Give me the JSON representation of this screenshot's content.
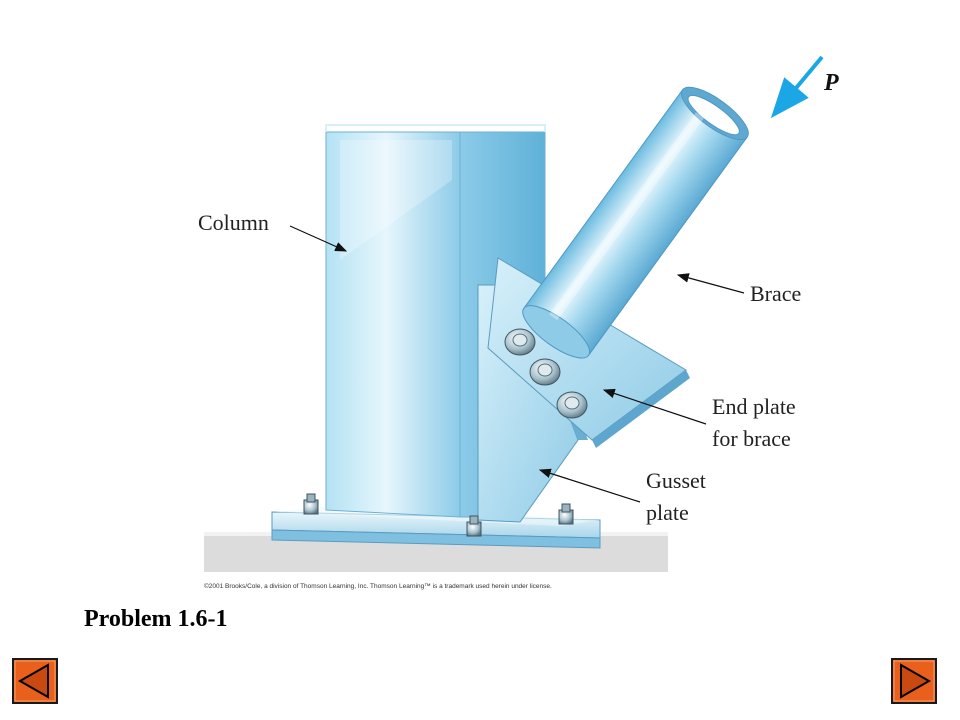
{
  "figure": {
    "force_label": "P",
    "labels": {
      "column": "Column",
      "brace": "Brace",
      "end_plate_line1": "End plate",
      "end_plate_line2": "for brace",
      "gusset_line1": "Gusset",
      "gusset_line2": "plate"
    },
    "copyright": "©2001 Brooks/Cole, a division of Thomson Learning, Inc.  Thomson Learning™ is a trademark used herein under license."
  },
  "problem_title": "Problem 1.6-1",
  "navigation": {
    "prev_icon": "left-triangle-icon",
    "next_icon": "right-triangle-icon",
    "button_fill": "#e8601c",
    "button_frame": "#1a1a1a",
    "icon_outline": "#000000"
  },
  "colors": {
    "steel_light": "#dff3fb",
    "steel_mid": "#9fd6ee",
    "steel_dark": "#5fb1d8",
    "force_arrow": "#1ba6e6",
    "floor": "#d8d8d8"
  }
}
